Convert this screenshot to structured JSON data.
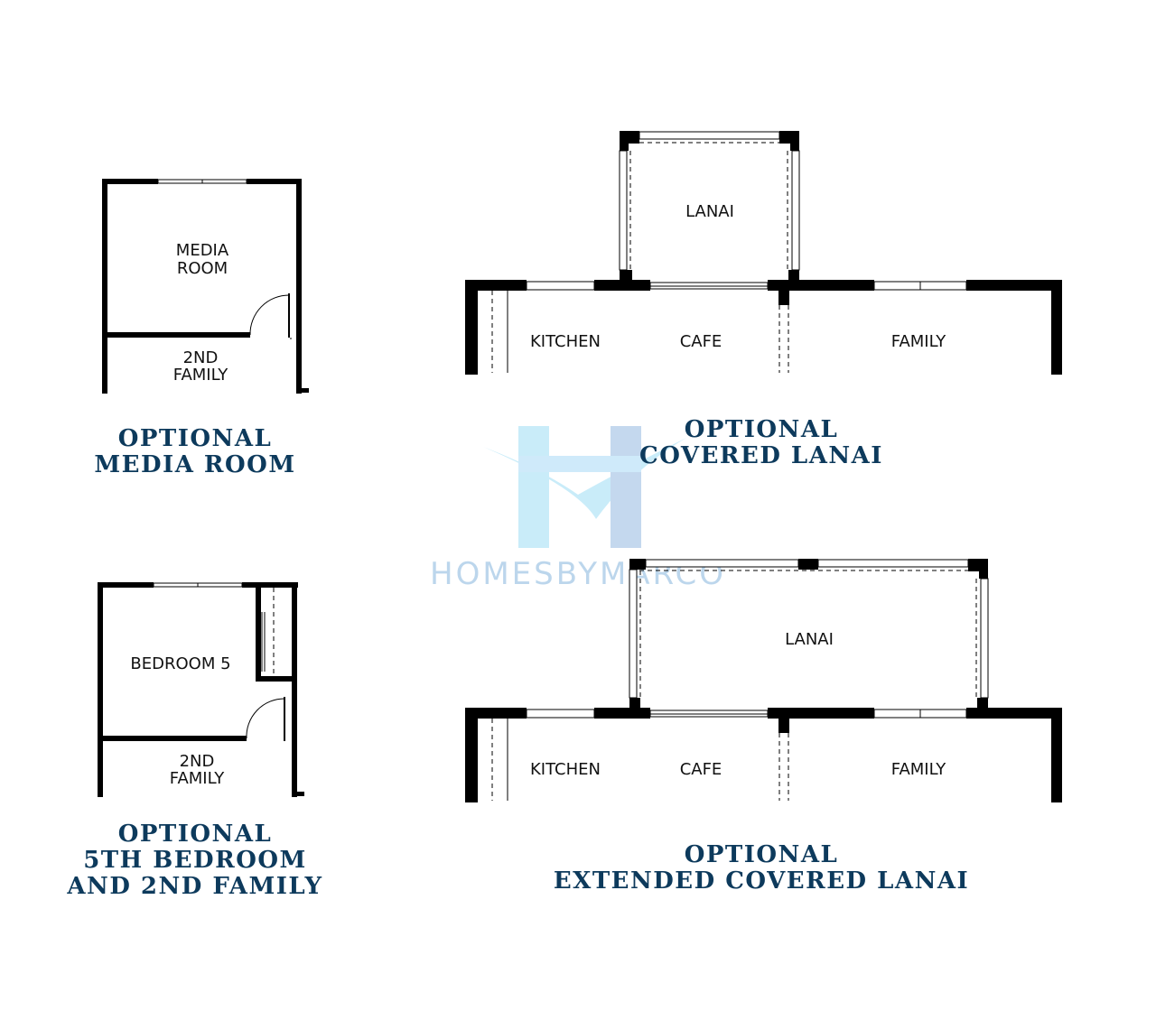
{
  "colors": {
    "wall": "#000000",
    "caption": "#0d3a5c",
    "watermark_light": "#c9ecf9",
    "watermark_mid": "#c4d8ee",
    "watermark_text": "#bcd6ec"
  },
  "watermark": {
    "text": "HOMESBYMARCO"
  },
  "plans": {
    "media_room": {
      "caption_lines": [
        "OPTIONAL",
        "MEDIA ROOM"
      ],
      "rooms": {
        "main": [
          "MEDIA",
          "ROOM"
        ],
        "lower": [
          "2ND",
          "FAMILY"
        ]
      }
    },
    "covered_lanai": {
      "caption_lines": [
        "OPTIONAL",
        "COVERED LANAI"
      ],
      "rooms": {
        "lanai": "LANAI",
        "kitchen": "KITCHEN",
        "cafe": "CAFE",
        "family": "FAMILY"
      }
    },
    "bedroom5": {
      "caption_lines": [
        "OPTIONAL",
        "5TH BEDROOM",
        "AND 2ND FAMILY"
      ],
      "rooms": {
        "main": "BEDROOM 5",
        "lower": [
          "2ND",
          "FAMILY"
        ]
      }
    },
    "extended_lanai": {
      "caption_lines": [
        "OPTIONAL",
        "EXTENDED COVERED LANAI"
      ],
      "rooms": {
        "lanai": "LANAI",
        "kitchen": "KITCHEN",
        "cafe": "CAFE",
        "family": "FAMILY"
      }
    }
  }
}
